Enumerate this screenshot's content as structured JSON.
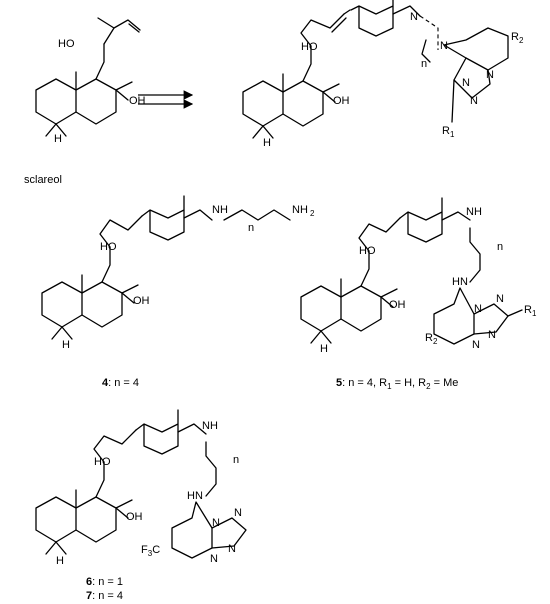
{
  "labels": {
    "sclareol": "sclareol",
    "OH": "OH",
    "HO": "HO",
    "H": "H",
    "N": "N",
    "NH": "NH",
    "HN": "HN",
    "NH2": "NH",
    "NH2_sub": "2",
    "n": "n",
    "R1": "R",
    "R1_sub": "1",
    "R2": "R",
    "R2_sub": "2",
    "F3C": "F",
    "F3C_sub": "3",
    "F3C_tail": "C"
  },
  "captions": {
    "c4_num": "4",
    "c4_text": ": n = 4",
    "c5_num": "5",
    "c5_text": ": n = 4, R",
    "c5_s1": "1",
    "c5_t2": " = H, R",
    "c5_s2": "2",
    "c5_t3": " = Me",
    "c6_num": "6",
    "c6_text": ": n = 1",
    "c7_num": "7",
    "c7_text": ": n = 4"
  }
}
